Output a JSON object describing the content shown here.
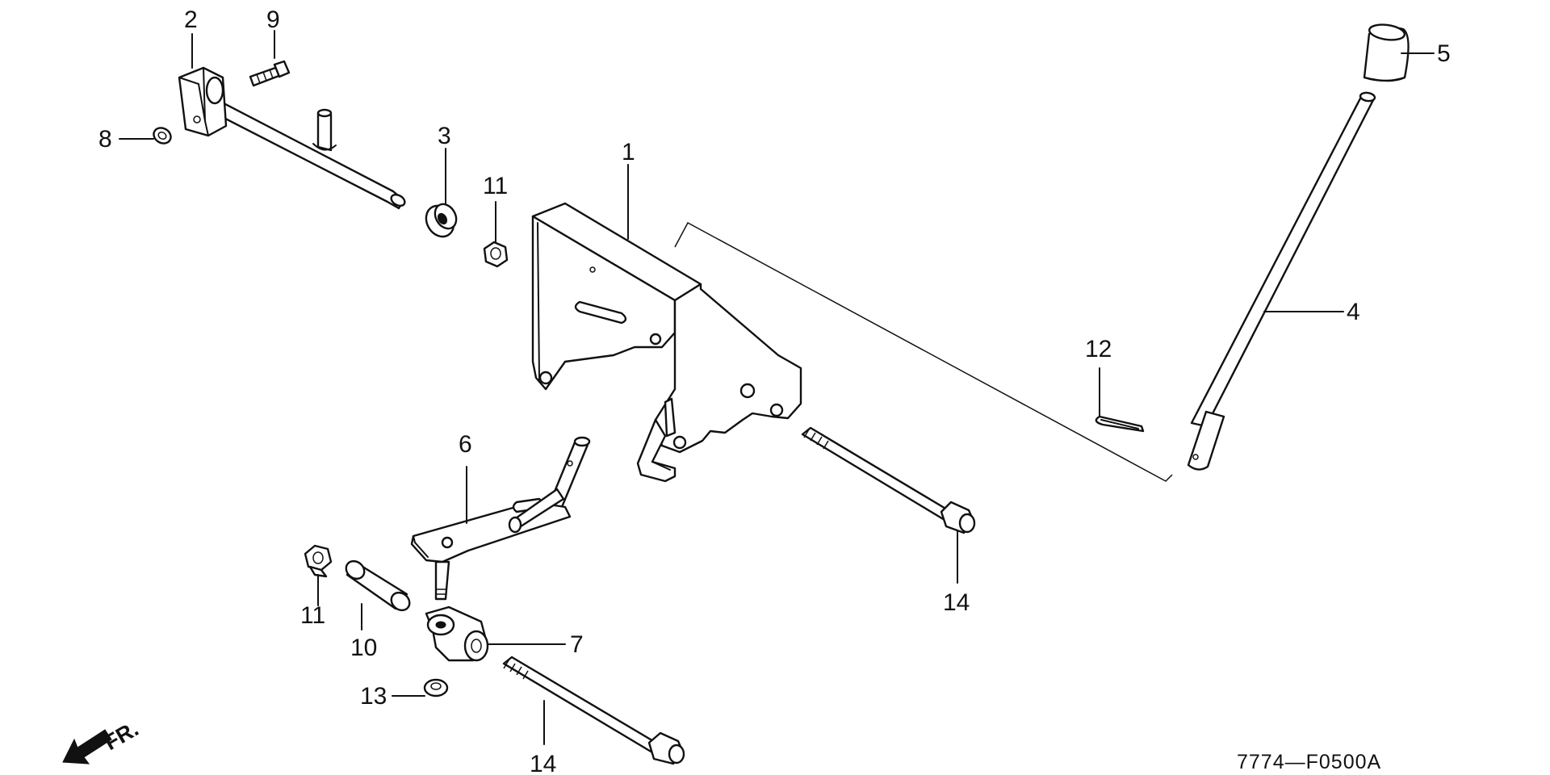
{
  "callouts": {
    "p1": "1",
    "p2": "2",
    "p3": "3",
    "p4": "4",
    "p5": "5",
    "p6": "6",
    "p7": "7",
    "p8": "8",
    "p9": "9",
    "p10": "10",
    "p11a": "11",
    "p11b": "11",
    "p12": "12",
    "p13": "13",
    "p14a": "14",
    "p14b": "14"
  },
  "front_indicator": "FR.",
  "diagram_code": "7774—F0500A"
}
